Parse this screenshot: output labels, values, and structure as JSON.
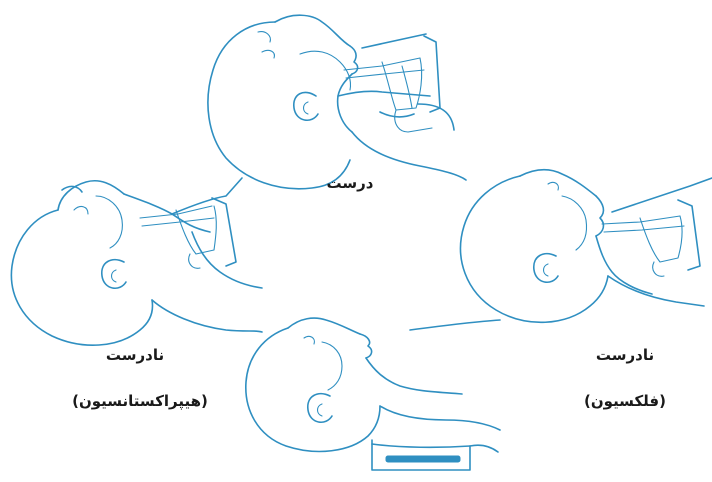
{
  "captions": {
    "top": {
      "status": "درست"
    },
    "left": {
      "status": "نادرست",
      "detail": "(هیپراکستانسیون)"
    },
    "right": {
      "status": "نادرست",
      "detail": "(فلکسیون)"
    }
  },
  "line_color": "#2f8fc1"
}
